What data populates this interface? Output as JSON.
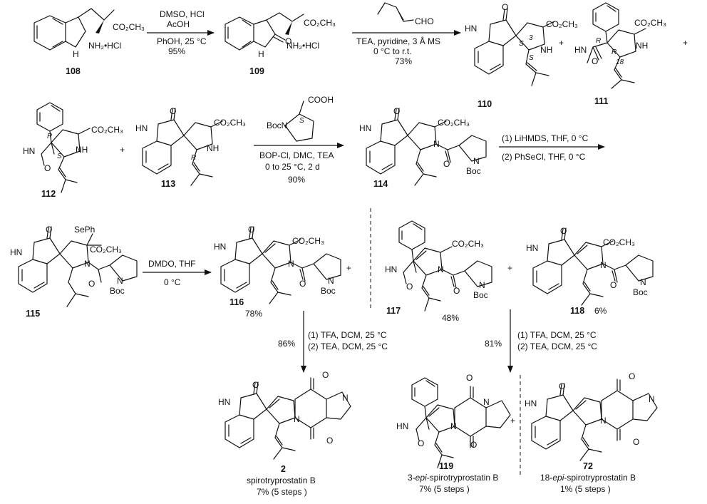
{
  "compounds": {
    "c108": "108",
    "c109": "109",
    "c110": "110",
    "c111": "111",
    "c112": "112",
    "c113": "113",
    "c114": "114",
    "c115": "115",
    "c116": "116",
    "c117": "117",
    "c118": "118",
    "c2": "2",
    "c119": "119",
    "c72": "72"
  },
  "atoms": {
    "nh2hcl": "NH₂•HCl",
    "co2ch3": "CO₂CH₃",
    "h": "H",
    "nh": "NH",
    "hn": "HN",
    "n": "N",
    "o": "O",
    "cho": "CHO",
    "cooh": "COOH",
    "bocn": "BocN",
    "boc": "Boc",
    "seph": "SePh",
    "stereo_s": "S",
    "stereo_r": "R",
    "num3": "3",
    "num18": "18"
  },
  "reactions": {
    "r1_line1": "DMSO, HCl",
    "r1_line2": "AcOH",
    "r1_line3": "PhOH, 25 °C",
    "r1_yield": "95%",
    "r2_line1": "TEA, pyridine, 3 Å MS",
    "r2_line2": "0 °C to r.t.",
    "r2_yield": "73%",
    "r3_line1": "BOP-Cl, DMC, TEA",
    "r3_line2": "0 to 25 °C, 2 d",
    "r3_yield": "90%",
    "r4_line1": "(1) LiHMDS, THF, 0 °C",
    "r4_line2": "(2)  PhSeCl, THF, 0 °C",
    "r5_line1": "DMDO, THF",
    "r5_line2": "0 °C",
    "y116": "78%",
    "y117": "48%",
    "y118": "6%",
    "r6_yield": "86%",
    "r6_line1": "(1) TFA, DCM, 25 °C",
    "r6_line2": "(2) TEA, DCM, 25 °C",
    "r7_yield": "81%",
    "r7_line1": "(1) TFA, DCM, 25 °C",
    "r7_line2": "(2) TEA, DCM, 25 °C",
    "plus": "+"
  },
  "products": {
    "p2_name": "spirotryprostatin B",
    "p2_yield": "7% (5 steps )",
    "p119_prefix": "3-",
    "p119_epi": "epi",
    "p119_rest": "-spirotryprostatin B",
    "p119_yield": "7% (5 steps )",
    "p72_prefix": "18-",
    "p72_epi": "epi",
    "p72_rest": "-spirotryprostatin B",
    "p72_yield": "1% (5 steps )"
  }
}
